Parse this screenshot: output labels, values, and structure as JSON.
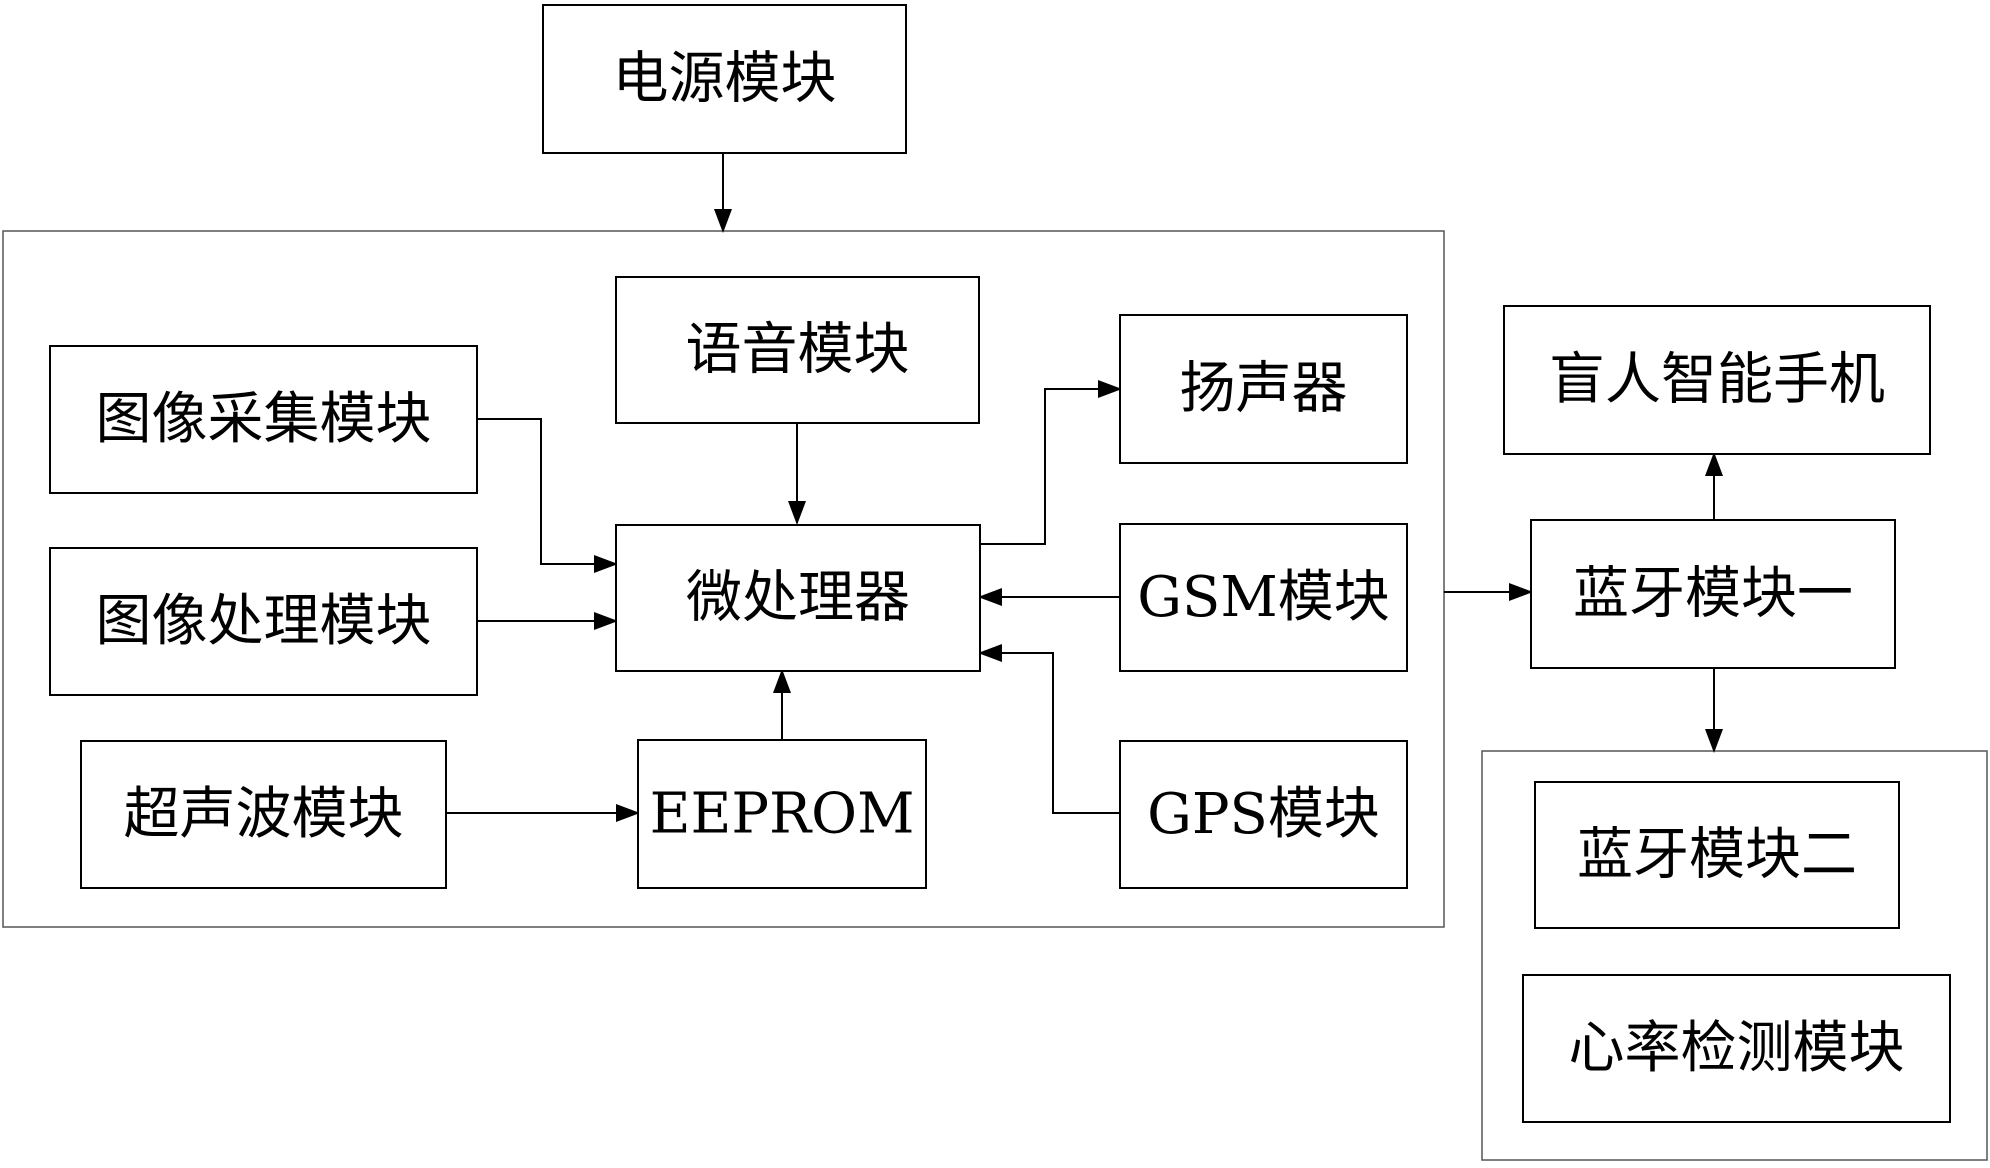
{
  "diagram": {
    "nodes": {
      "power": "电源模块",
      "voice": "语音模块",
      "image_capture": "图像采集模块",
      "speaker": "扬声器",
      "image_processing": "图像处理模块",
      "microprocessor": "微处理器",
      "gsm": "GSM模块",
      "ultrasonic": "超声波模块",
      "eeprom": "EEPROM",
      "gps": "GPS模块",
      "smartphone": "盲人智能手机",
      "bluetooth_1": "蓝牙模块一",
      "bluetooth_2": "蓝牙模块二",
      "heart_rate": "心率检测模块"
    },
    "edges": [
      {
        "from": "power",
        "to": "main-frame"
      },
      {
        "from": "voice",
        "to": "microprocessor"
      },
      {
        "from": "image_capture",
        "to": "microprocessor"
      },
      {
        "from": "image_processing",
        "to": "microprocessor"
      },
      {
        "from": "microprocessor",
        "to": "speaker"
      },
      {
        "from": "gsm",
        "to": "microprocessor"
      },
      {
        "from": "gps",
        "to": "microprocessor"
      },
      {
        "from": "ultrasonic",
        "to": "eeprom"
      },
      {
        "from": "eeprom",
        "to": "microprocessor"
      },
      {
        "from": "main-frame",
        "to": "bluetooth_1"
      },
      {
        "from": "bluetooth_1",
        "to": "smartphone"
      },
      {
        "from": "bluetooth_1",
        "to": "wearable-frame"
      }
    ]
  }
}
